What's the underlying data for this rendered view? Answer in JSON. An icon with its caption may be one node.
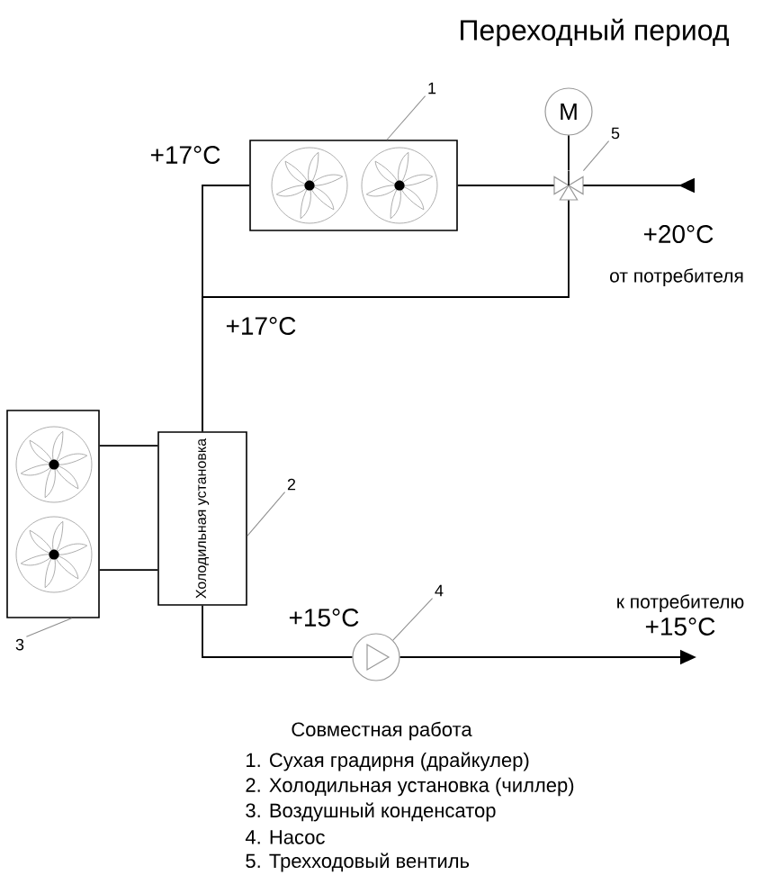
{
  "diagram": {
    "title": "Переходный период",
    "nodes": [
      {
        "text": [
          "1"
        ]
      },
      {
        "text": [],
        "shape": "box"
      },
      {
        "text": [
          "M"
        ]
      },
      {
        "text": [
          "5"
        ]
      },
      {
        "text": [],
        "shape": "valve"
      },
      {
        "text": [],
        "shape": "box"
      },
      {
        "text": [
          "Холодильная установка"
        ]
      },
      {
        "text": [
          "2"
        ]
      },
      {
        "text": [
          "3"
        ]
      },
      {
        "text": [
          "4"
        ]
      },
      {
        "text": [],
        "shape": "circle"
      },
      {
        "text": [
          "к потребителю",
          "+15°C"
        ]
      }
    ],
    "edges": [
      {
        "from": 0,
        "to": 1,
        "arrow": "none",
        "color": "#8c8c8c"
      },
      {
        "from": 1,
        "to": 4,
        "arrow": "none"
      },
      {
        "from": 2,
        "to": 4,
        "arrow": "none"
      },
      {
        "from": 3,
        "to": 4,
        "arrow": "none",
        "color": "#8c8c8c"
      },
      {
        "from": null,
        "to": 4,
        "arrow": "to"
      },
      {
        "from": 1,
        "to": 6,
        "arrow": "none"
      },
      {
        "from": 4,
        "to": 6,
        "arrow": "none"
      },
      {
        "from": 5,
        "to": 6,
        "arrow": "none"
      },
      {
        "from": 5,
        "to": 6,
        "arrow": "none"
      },
      {
        "from": 7,
        "to": 6,
        "arrow": "none",
        "color": "#8c8c8c"
      },
      {
        "from": 8,
        "to": 5,
        "arrow": "none",
        "color": "#8c8c8c"
      },
      {
        "from": 6,
        "to": 10,
        "arrow": "none"
      },
      {
        "from": 9,
        "to": 10,
        "arrow": "none",
        "color": "#8c8c8c"
      },
      {
        "from": 10,
        "to": 11,
        "arrow": "to"
      }
    ],
    "labels": [
      "+17°C",
      "+20°C",
      "от потребителя",
      "+17°C",
      "+15°C",
      "Совместная работа",
      "1. Сухая градирня (драйкулер)",
      "2. Холодильная установка (чиллер)",
      "3. Воздушный конденсатор",
      "4. Насос",
      "5. Трехходовый вентиль"
    ]
  }
}
